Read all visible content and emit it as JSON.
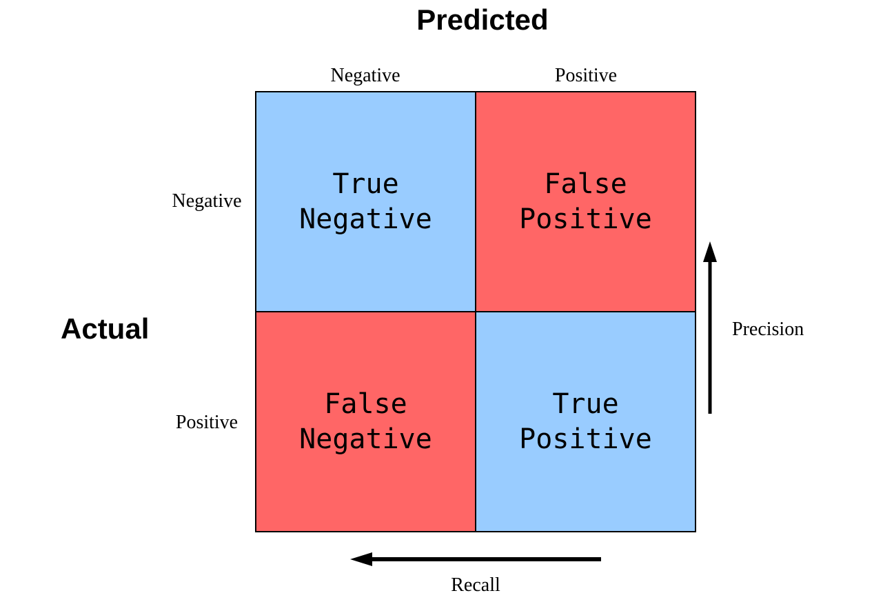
{
  "title": "Predicted",
  "side_label": "Actual",
  "matrix": {
    "column_labels": [
      "Negative",
      "Positive"
    ],
    "row_labels": [
      "Negative",
      "Positive"
    ],
    "cells": [
      {
        "id": "true-negative",
        "label": "True\nNegative",
        "color": "#99CCFF"
      },
      {
        "id": "false-positive",
        "label": "False\nPositive",
        "color": "#FF6666"
      },
      {
        "id": "false-negative",
        "label": "False\nNegative",
        "color": "#FF6666"
      },
      {
        "id": "true-positive",
        "label": "True\nPositive",
        "color": "#99CCFF"
      }
    ]
  },
  "annotations": {
    "precision_label": "Precision",
    "recall_label": "Recall"
  },
  "colors": {
    "true_cell": "#99CCFF",
    "false_cell": "#FF6666",
    "line": "#000000",
    "background": "#FFFFFF"
  }
}
